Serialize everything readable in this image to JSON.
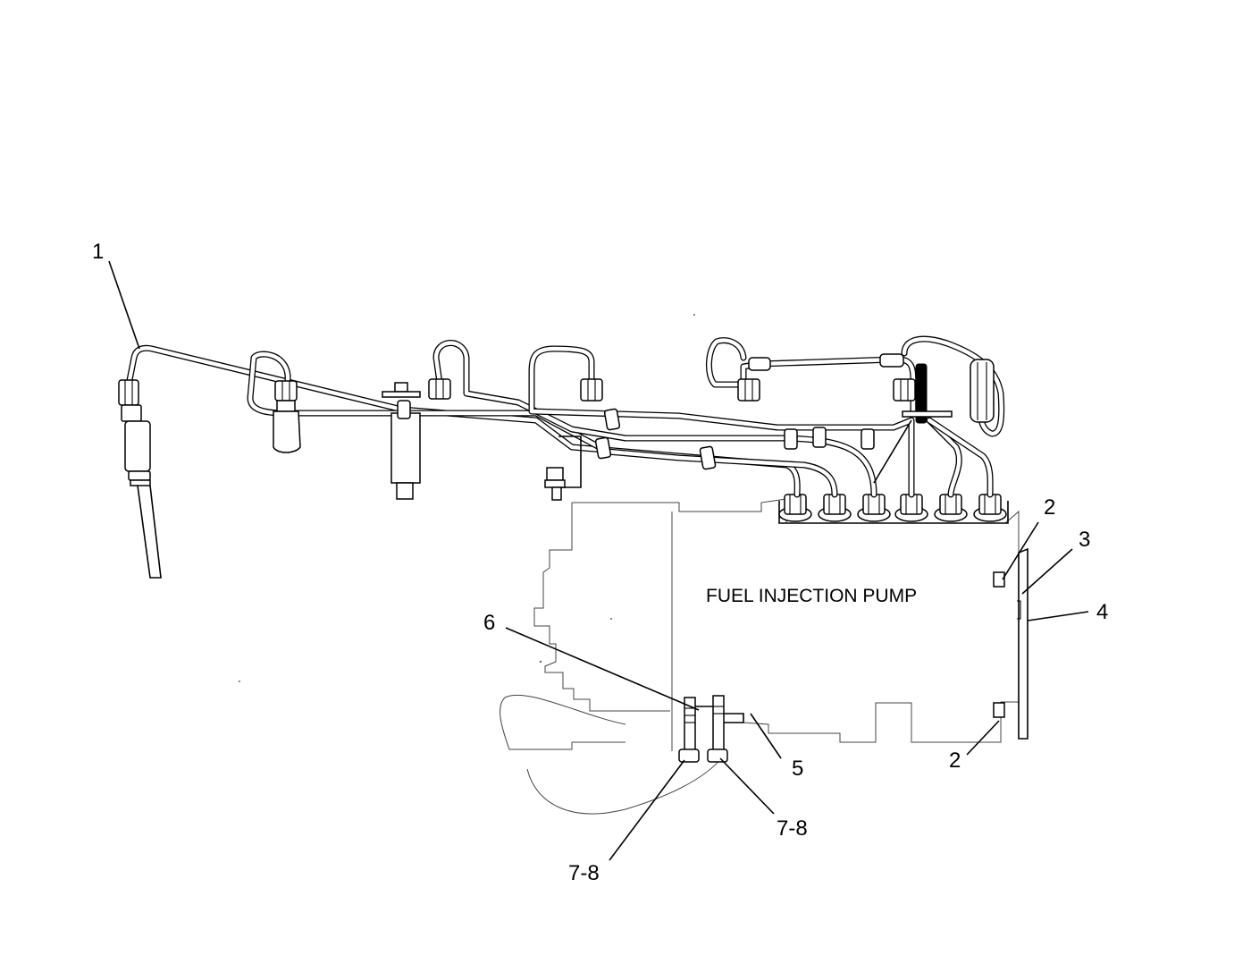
{
  "diagram": {
    "pump_label": "FUEL INJECTION PUMP",
    "callouts": {
      "c1": "1",
      "c2_top": "2",
      "c2_bottom": "2",
      "c3": "3",
      "c4": "4",
      "c5": "5",
      "c6": "6",
      "c78_right": "7-8",
      "c78_left": "7-8"
    }
  }
}
